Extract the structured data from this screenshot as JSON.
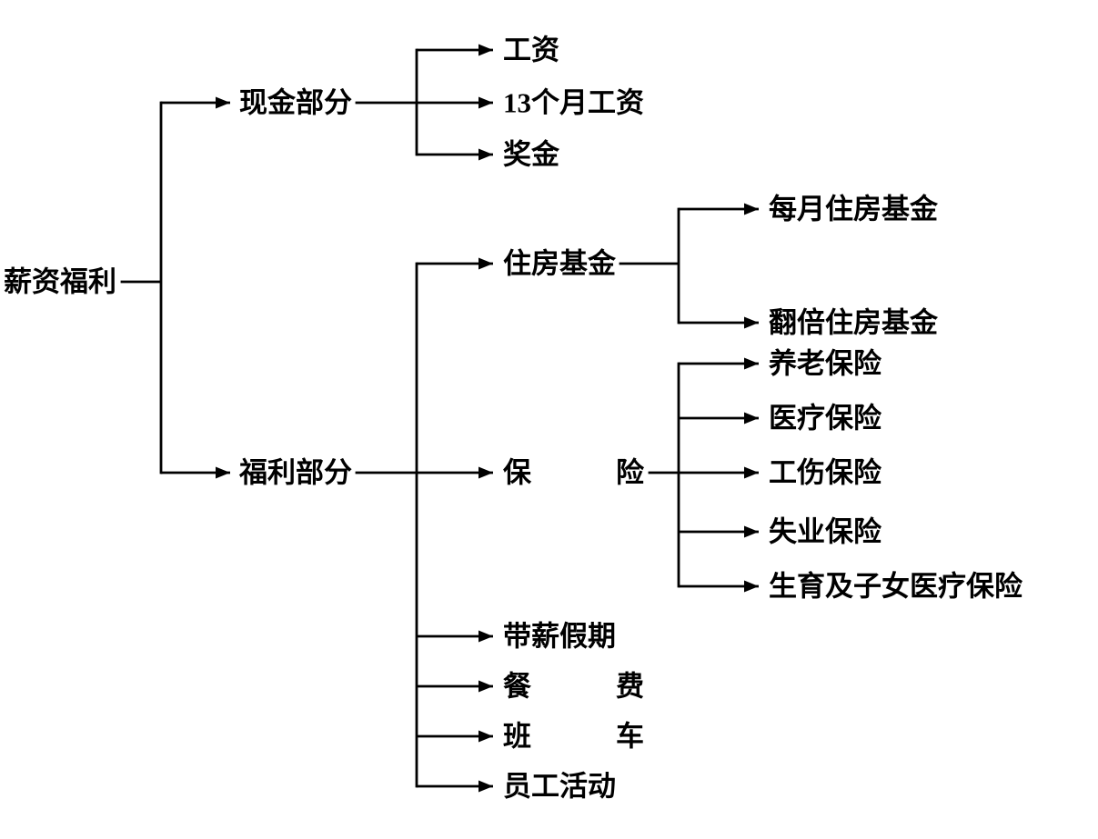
{
  "tree": {
    "label": "薪资福利",
    "children": [
      {
        "label": "现金部分",
        "children": [
          {
            "label": "工资"
          },
          {
            "label": "13个月工资"
          },
          {
            "label": "奖金"
          }
        ]
      },
      {
        "label": "福利部分",
        "children": [
          {
            "label": "住房基金",
            "children": [
              {
                "label": "每月住房基金"
              },
              {
                "label": "翻倍住房基金"
              }
            ]
          },
          {
            "label": "保　　　险",
            "children": [
              {
                "label": "养老保险"
              },
              {
                "label": "医疗保险"
              },
              {
                "label": "工伤保险"
              },
              {
                "label": "失业保险"
              },
              {
                "label": "生育及子女医疗保险"
              }
            ]
          },
          {
            "label": "带薪假期"
          },
          {
            "label": "餐　　　费"
          },
          {
            "label": "班　　　车"
          },
          {
            "label": "员工活动"
          }
        ]
      }
    ]
  },
  "style": {
    "line_color": "#000000",
    "text_color": "#000000",
    "background_color": "#ffffff"
  }
}
